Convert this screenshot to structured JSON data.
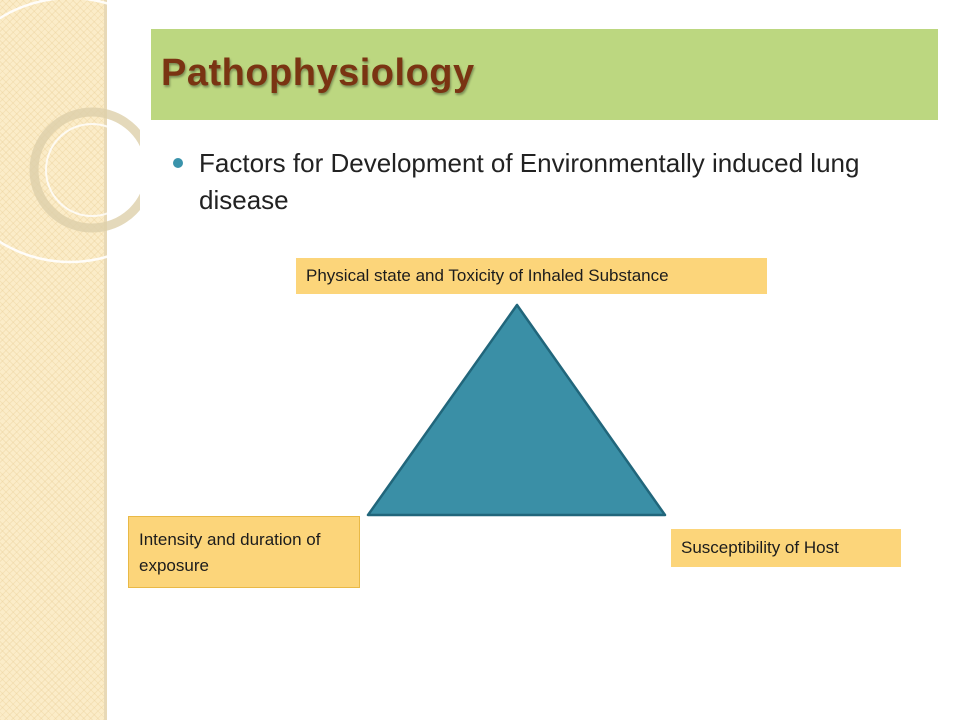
{
  "slide": {
    "title": "Pathophysiology",
    "bullet_text": "Factors for Development of Environmentally induced lung disease"
  },
  "diagram": {
    "top_label": "Physical state and Toxicity of Inhaled Substance",
    "left_label": "Intensity and duration of exposure",
    "right_label": "Susceptibility of Host"
  },
  "colors": {
    "title_bar": "#bcd780",
    "title_text": "#7a3412",
    "triangle_fill": "#3a8fa6",
    "triangle_stroke": "#21667b",
    "label_fill": "#fcd57a",
    "bullet": "#3a93ab"
  }
}
